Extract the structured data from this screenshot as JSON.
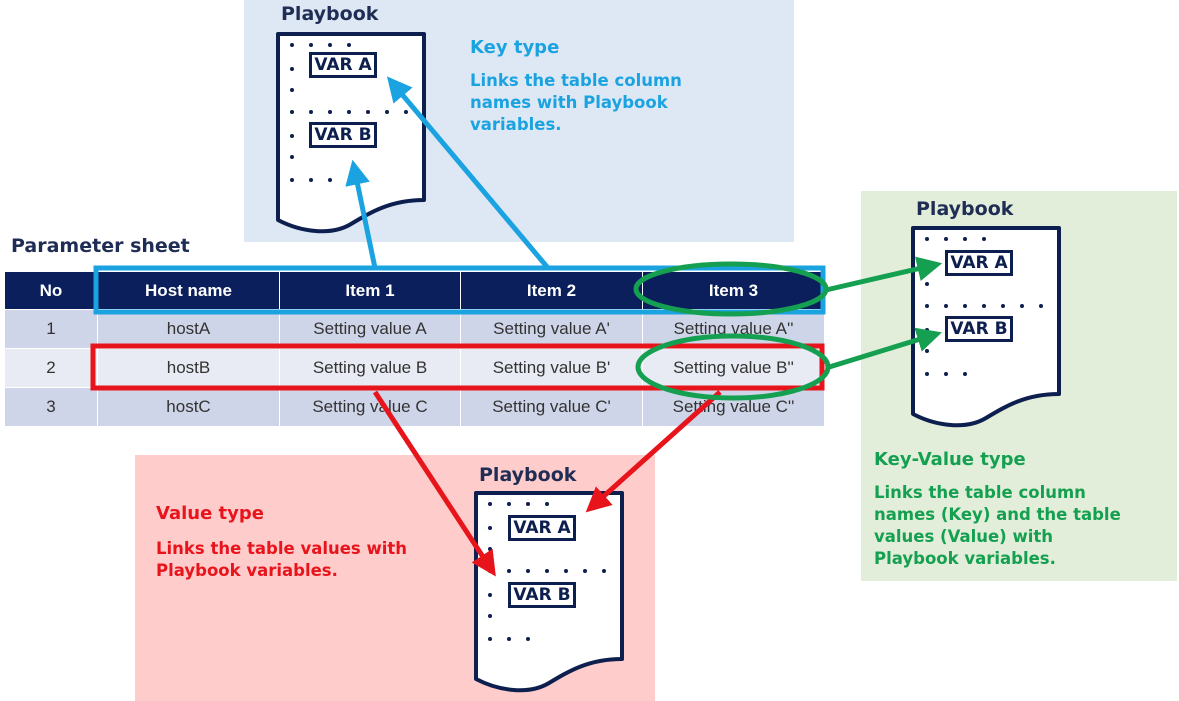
{
  "colors": {
    "key_accent": "#1aa3e0",
    "value_accent": "#e8141c",
    "keyvalue_accent": "#14a050",
    "navy": "#0a1f5c",
    "key_panel_bg": "#dde8f4",
    "value_panel_bg": "#ffcccc",
    "keyvalue_panel_bg": "#e2eed9"
  },
  "key_type": {
    "playbook_title": "Playbook",
    "var_a": "VAR A",
    "var_b": "VAR B",
    "title": "Key type",
    "description_lines": [
      "Links the table column",
      "names with Playbook",
      "variables."
    ]
  },
  "keyvalue_type": {
    "playbook_title": "Playbook",
    "var_a": "VAR A",
    "var_b": "VAR B",
    "title": "Key-Value  type",
    "description_lines": [
      "Links the table column",
      "names (Key) and the table",
      "values (Value) with",
      "Playbook variables."
    ]
  },
  "value_type": {
    "playbook_title": "Playbook",
    "var_a": "VAR A",
    "var_b": "VAR B",
    "title": "Value  type",
    "description_lines": [
      "Links the table values with",
      "Playbook variables."
    ]
  },
  "parameter_sheet": {
    "title": "Parameter sheet",
    "columns": [
      "No",
      "Host name",
      "Item 1",
      "Item 2",
      "Item 3"
    ],
    "rows": [
      [
        "1",
        "hostA",
        "Setting value A",
        "Setting value A'",
        "Setting value A''"
      ],
      [
        "2",
        "hostB",
        "Setting value B",
        "Setting value B'",
        "Setting value B''"
      ],
      [
        "3",
        "hostC",
        "Setting value C",
        "Setting value C'",
        "Setting value C''"
      ]
    ]
  }
}
